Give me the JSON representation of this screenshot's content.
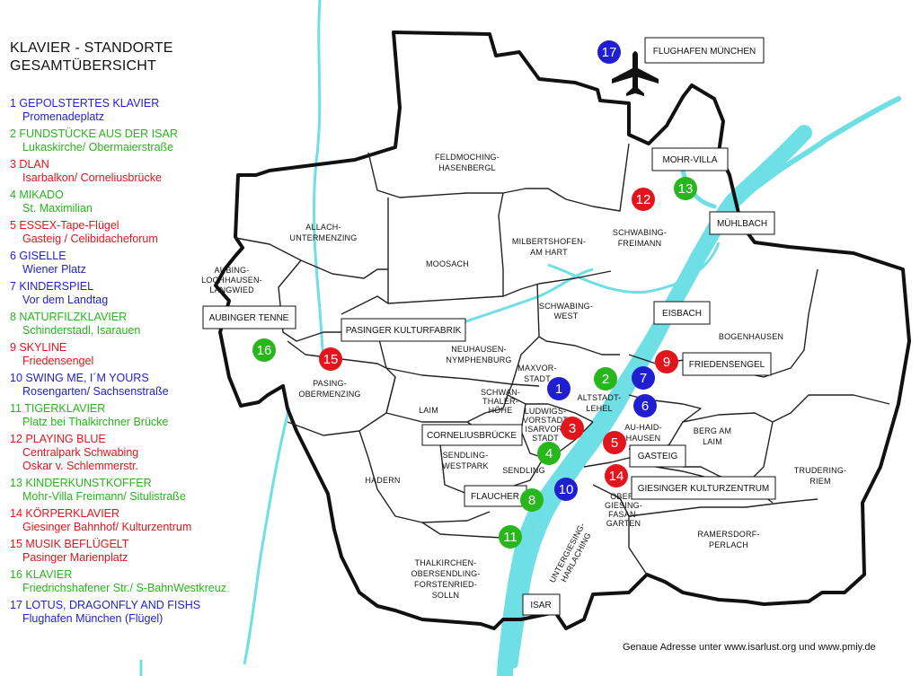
{
  "legend": {
    "title_line1": "KLAVIER - STANDORTE",
    "title_line2": "GESAMTÜBERSICHT",
    "entries": [
      {
        "name": "1 GEPOLSTERTES KLAVIER",
        "place": "Promenadeplatz",
        "color": "#1f1fd1"
      },
      {
        "name": "2 FUNDSTÜCKE AUS DER ISAR",
        "place": "Lukaskirche/ Obermaierstraße",
        "color": "#27b61b"
      },
      {
        "name": "3 DLAN",
        "place": "Isarbalkon/ Corneliusbrücke",
        "color": "#e3151c"
      },
      {
        "name": "4 MIKADO",
        "place": "St. Maximilian",
        "color": "#27b61b"
      },
      {
        "name": "5 ESSEX-Tape-Flügel",
        "place": "Gasteig / Celibidacheforum",
        "color": "#e3151c"
      },
      {
        "name": "6 GISELLE",
        "place": "Wiener Platz",
        "color": "#1f1fd1"
      },
      {
        "name": "7 KINDERSPIEL",
        "place": "Vor dem Landtag",
        "color": "#1f1fd1"
      },
      {
        "name": "8 NATURFILZKLAVIER",
        "place": "Schinderstadl, Isarauen",
        "color": "#27b61b"
      },
      {
        "name": "9 SKYLINE",
        "place": "Friedensengel",
        "color": "#e3151c"
      },
      {
        "name": "10 SWING ME, I´M YOURS",
        "place": "Rosengarten/ Sachsenstraße",
        "color": "#1f1fd1"
      },
      {
        "name": "11 TIGERKLAVIER",
        "place": "Platz bei Thalkirchner Brücke",
        "color": "#27b61b"
      },
      {
        "name": "12 PLAYING BLUE",
        "place": "Centralpark Schwabing",
        "place2": "Oskar v. Schlemmerstr.",
        "color": "#e3151c"
      },
      {
        "name": "13 KINDERKUNSTKOFFER",
        "place": "Mohr-Villa Freimann/ Situlistraße",
        "color": "#27b61b"
      },
      {
        "name": "14 KÖRPERKLAVIER",
        "place": "Giesinger Bahnhof/ Kulturzentrum",
        "color": "#e3151c"
      },
      {
        "name": "15 MUSIK BEFLÜGELT",
        "place": "Pasinger Marienplatz",
        "color": "#e3151c"
      },
      {
        "name": "16 KLAVIER",
        "place": "Friedrichshafener Str./ S-BahnWestkreuz",
        "color": "#27b61b"
      },
      {
        "name": "17 LOTUS, DRAGONFLY AND FISHS",
        "place": "Flughafen München (Flügel)",
        "color": "#1f1fd1"
      }
    ]
  },
  "map": {
    "river_color": "#6fdfe6",
    "boundary_color": "#111111",
    "districts": {
      "feldmoching_1": "FELDMOCHING-",
      "feldmoching_2": "HASENBERGL",
      "allach_1": "ALLACH-",
      "allach_2": "UNTERMENZING",
      "aubing_1": "AUBING-",
      "aubing_2": "LOCHHAUSEN-",
      "aubing_3": "LANGWIED",
      "moosach": "MOOSACH",
      "milbertshofen_1": "MILBERTSHOFEN-",
      "milbertshofen_2": "AM HART",
      "schwabing_freimann_1": "SCHWABING-",
      "schwabing_freimann_2": "FREIMANN",
      "schwabing_west_1": "SCHWABING-",
      "schwabing_west_2": "WEST",
      "neuhausen_1": "NEUHAUSEN-",
      "neuhausen_2": "NYMPHENBURG",
      "maxvorstadt_1": "MAXVOR-",
      "maxvorstadt_2": "STADT",
      "bogenhausen": "BOGENHAUSEN",
      "pasing_1": "PASING-",
      "pasing_2": "OBERMENZING",
      "laim": "LAIM",
      "schwanthaler_1": "SCHWAN-",
      "schwanthaler_2": "THALER-",
      "schwanthaler_3": "HÖHE",
      "altstadt_1": "ALTSTADT-",
      "altstadt_2": "LEHEL",
      "ludwigs_1": "LUDWIGS-",
      "ludwigs_2": "VORSTADT",
      "ludwigs_3": "ISARVOR-",
      "ludwigs_4": "STADT",
      "au_1": "AU-HAID-",
      "au_2": "HAUSEN",
      "berg_1": "BERG AM",
      "berg_2": "LAIM",
      "trudering_1": "TRUDERING-",
      "trudering_2": "RIEM",
      "hadern": "HADERN",
      "sendling_westpark_1": "SENDLING-",
      "sendling_westpark_2": "WESTPARK",
      "sendling": "SENDLING",
      "obergiesing_1": "OBER-",
      "obergiesing_2": "GIESING-",
      "obergiesing_3": "FASAN-",
      "obergiesing_4": "GARTEN",
      "ramersdorf_1": "RAMERSDORF-",
      "ramersdorf_2": "PERLACH",
      "untergiesing_1": "UNTERGIESING-",
      "untergiesing_2": "HARLACHING",
      "thalkirchen_1": "THALKIRCHEN-",
      "thalkirchen_2": "OBERSENDLING-",
      "thalkirchen_3": "FORSTENRIED-",
      "thalkirchen_4": "SOLLN"
    },
    "labels": {
      "flughafen": "FLUGHAFEN MÜNCHEN",
      "mohr_villa": "MOHR-VILLA",
      "muehlbach": "MÜHLBACH",
      "eisbach": "EISBACH",
      "friedensengel": "FRIEDENSENGEL",
      "aubinger_tenne": "AUBINGER TENNE",
      "pasinger_kulturfabrik": "PASINGER KULTURFABRIK",
      "corneliusbruecke": "CORNELIUSBRÜCKE",
      "gasteig": "GASTEIG",
      "giesinger_kulturzentrum": "GIESINGER KULTURZENTRUM",
      "flaucher": "FLAUCHER",
      "isar": "ISAR"
    },
    "markers": [
      {
        "label": "1",
        "color": "#1f1fd1"
      },
      {
        "label": "2",
        "color": "#27b61b"
      },
      {
        "label": "3",
        "color": "#e3151c"
      },
      {
        "label": "4",
        "color": "#27b61b"
      },
      {
        "label": "5",
        "color": "#e3151c"
      },
      {
        "label": "6",
        "color": "#1f1fd1"
      },
      {
        "label": "7",
        "color": "#1f1fd1"
      },
      {
        "label": "8",
        "color": "#27b61b"
      },
      {
        "label": "9",
        "color": "#e3151c"
      },
      {
        "label": "10",
        "color": "#1f1fd1"
      },
      {
        "label": "11",
        "color": "#27b61b"
      },
      {
        "label": "12",
        "color": "#e3151c"
      },
      {
        "label": "13",
        "color": "#27b61b"
      },
      {
        "label": "14",
        "color": "#e3151c"
      },
      {
        "label": "15",
        "color": "#e3151c"
      },
      {
        "label": "16",
        "color": "#27b61b"
      },
      {
        "label": "17",
        "color": "#1f1fd1"
      }
    ],
    "icons": {
      "airport": "airplane-icon"
    }
  },
  "footer": {
    "note": "Genaue Adresse unter www.isarlust.org und www.pmiy.de"
  }
}
